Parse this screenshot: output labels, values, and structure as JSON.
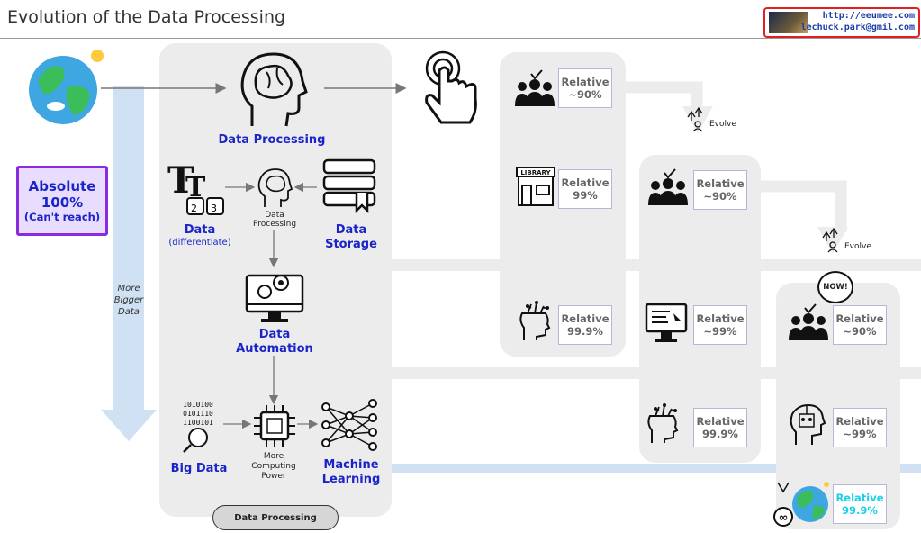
{
  "title": "Evolution of the Data Processing",
  "badge": {
    "url": "http://eeumee.com",
    "email": "lechuck.park@gmil.com"
  },
  "absolute": {
    "line1": "Absolute",
    "line2": "100%",
    "line3": "(Can't reach)"
  },
  "bigger_data": {
    "line1": "More",
    "line2": "Bigger",
    "line3": "Data"
  },
  "main_panel": {
    "data_processing": "Data Processing",
    "data_label": "Data",
    "data_sub": "(differentiate)",
    "data_processing_small_1": "Data",
    "data_processing_small_2": "Processing",
    "data_storage_1": "Data",
    "data_storage_2": "Storage",
    "data_automation_1": "Data",
    "data_automation_2": "Automation",
    "big_data": "Big Data",
    "more_computing_1": "More",
    "more_computing_2": "Computing",
    "more_computing_3": "Power",
    "machine_learning_1": "Machine",
    "machine_learning_2": "Learning",
    "bottom_button": "Data Processing",
    "binary_lines": [
      "1010100",
      "0101110",
      "1100101"
    ]
  },
  "column1": [
    {
      "line1": "Relative",
      "line2": "~90%"
    },
    {
      "line1": "Relative",
      "line2": "99%"
    },
    {
      "line1": "Relative",
      "line2": "99.9%"
    }
  ],
  "column2": [
    {
      "line1": "Relative",
      "line2": "~90%"
    },
    {
      "line1": "Relative",
      "line2": "~99%"
    },
    {
      "line1": "Relative",
      "line2": "99.9%"
    }
  ],
  "column3": [
    {
      "line1": "Relative",
      "line2": "~90%"
    },
    {
      "line1": "Relative",
      "line2": "~99%"
    },
    {
      "line1": "Relative",
      "line2": "99.9%"
    }
  ],
  "evolve": "Evolve",
  "now": "NOW!",
  "library": "LIBRARY",
  "infinity": "∞",
  "colors": {
    "accent_blue": "#1a24c8",
    "flow_blue": "#cfe1f3",
    "panel_gray": "#ececec",
    "absolute_purple": "#8a2be2",
    "cyan": "#18d0e8"
  }
}
